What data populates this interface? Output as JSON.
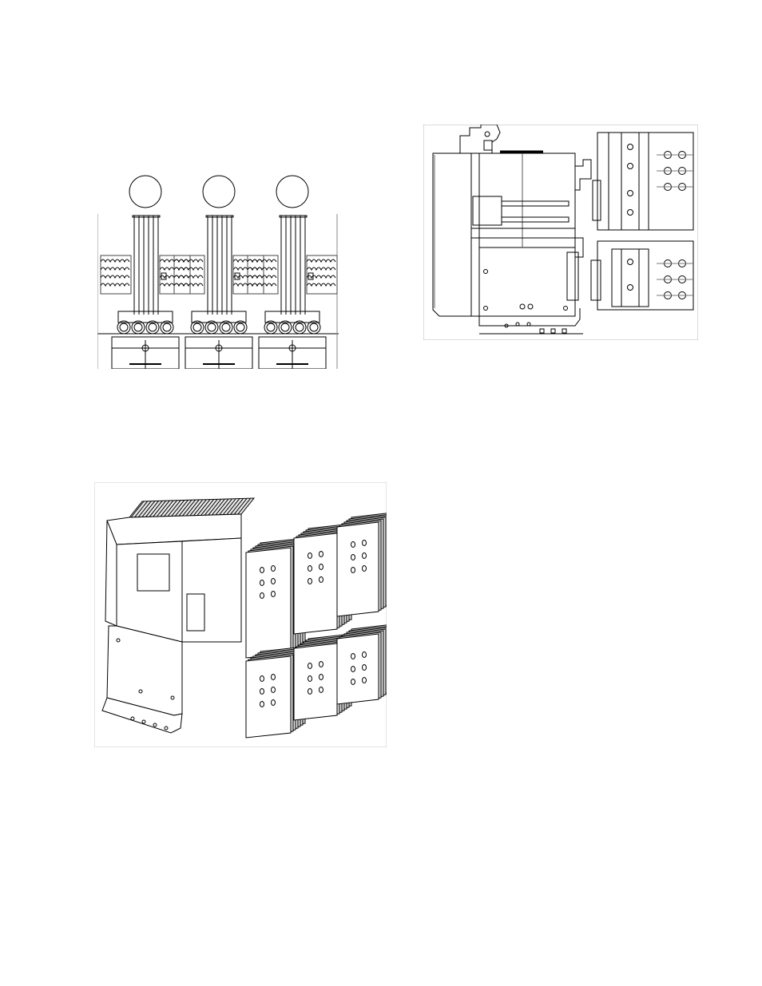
{
  "page": {
    "background": "#ffffff",
    "line_color": "#000000",
    "shade_color": "#d8d8d8"
  },
  "figures": [
    {
      "id": "front-view",
      "caption": ""
    },
    {
      "id": "side-view",
      "caption": ""
    },
    {
      "id": "isometric-view",
      "caption": ""
    }
  ]
}
